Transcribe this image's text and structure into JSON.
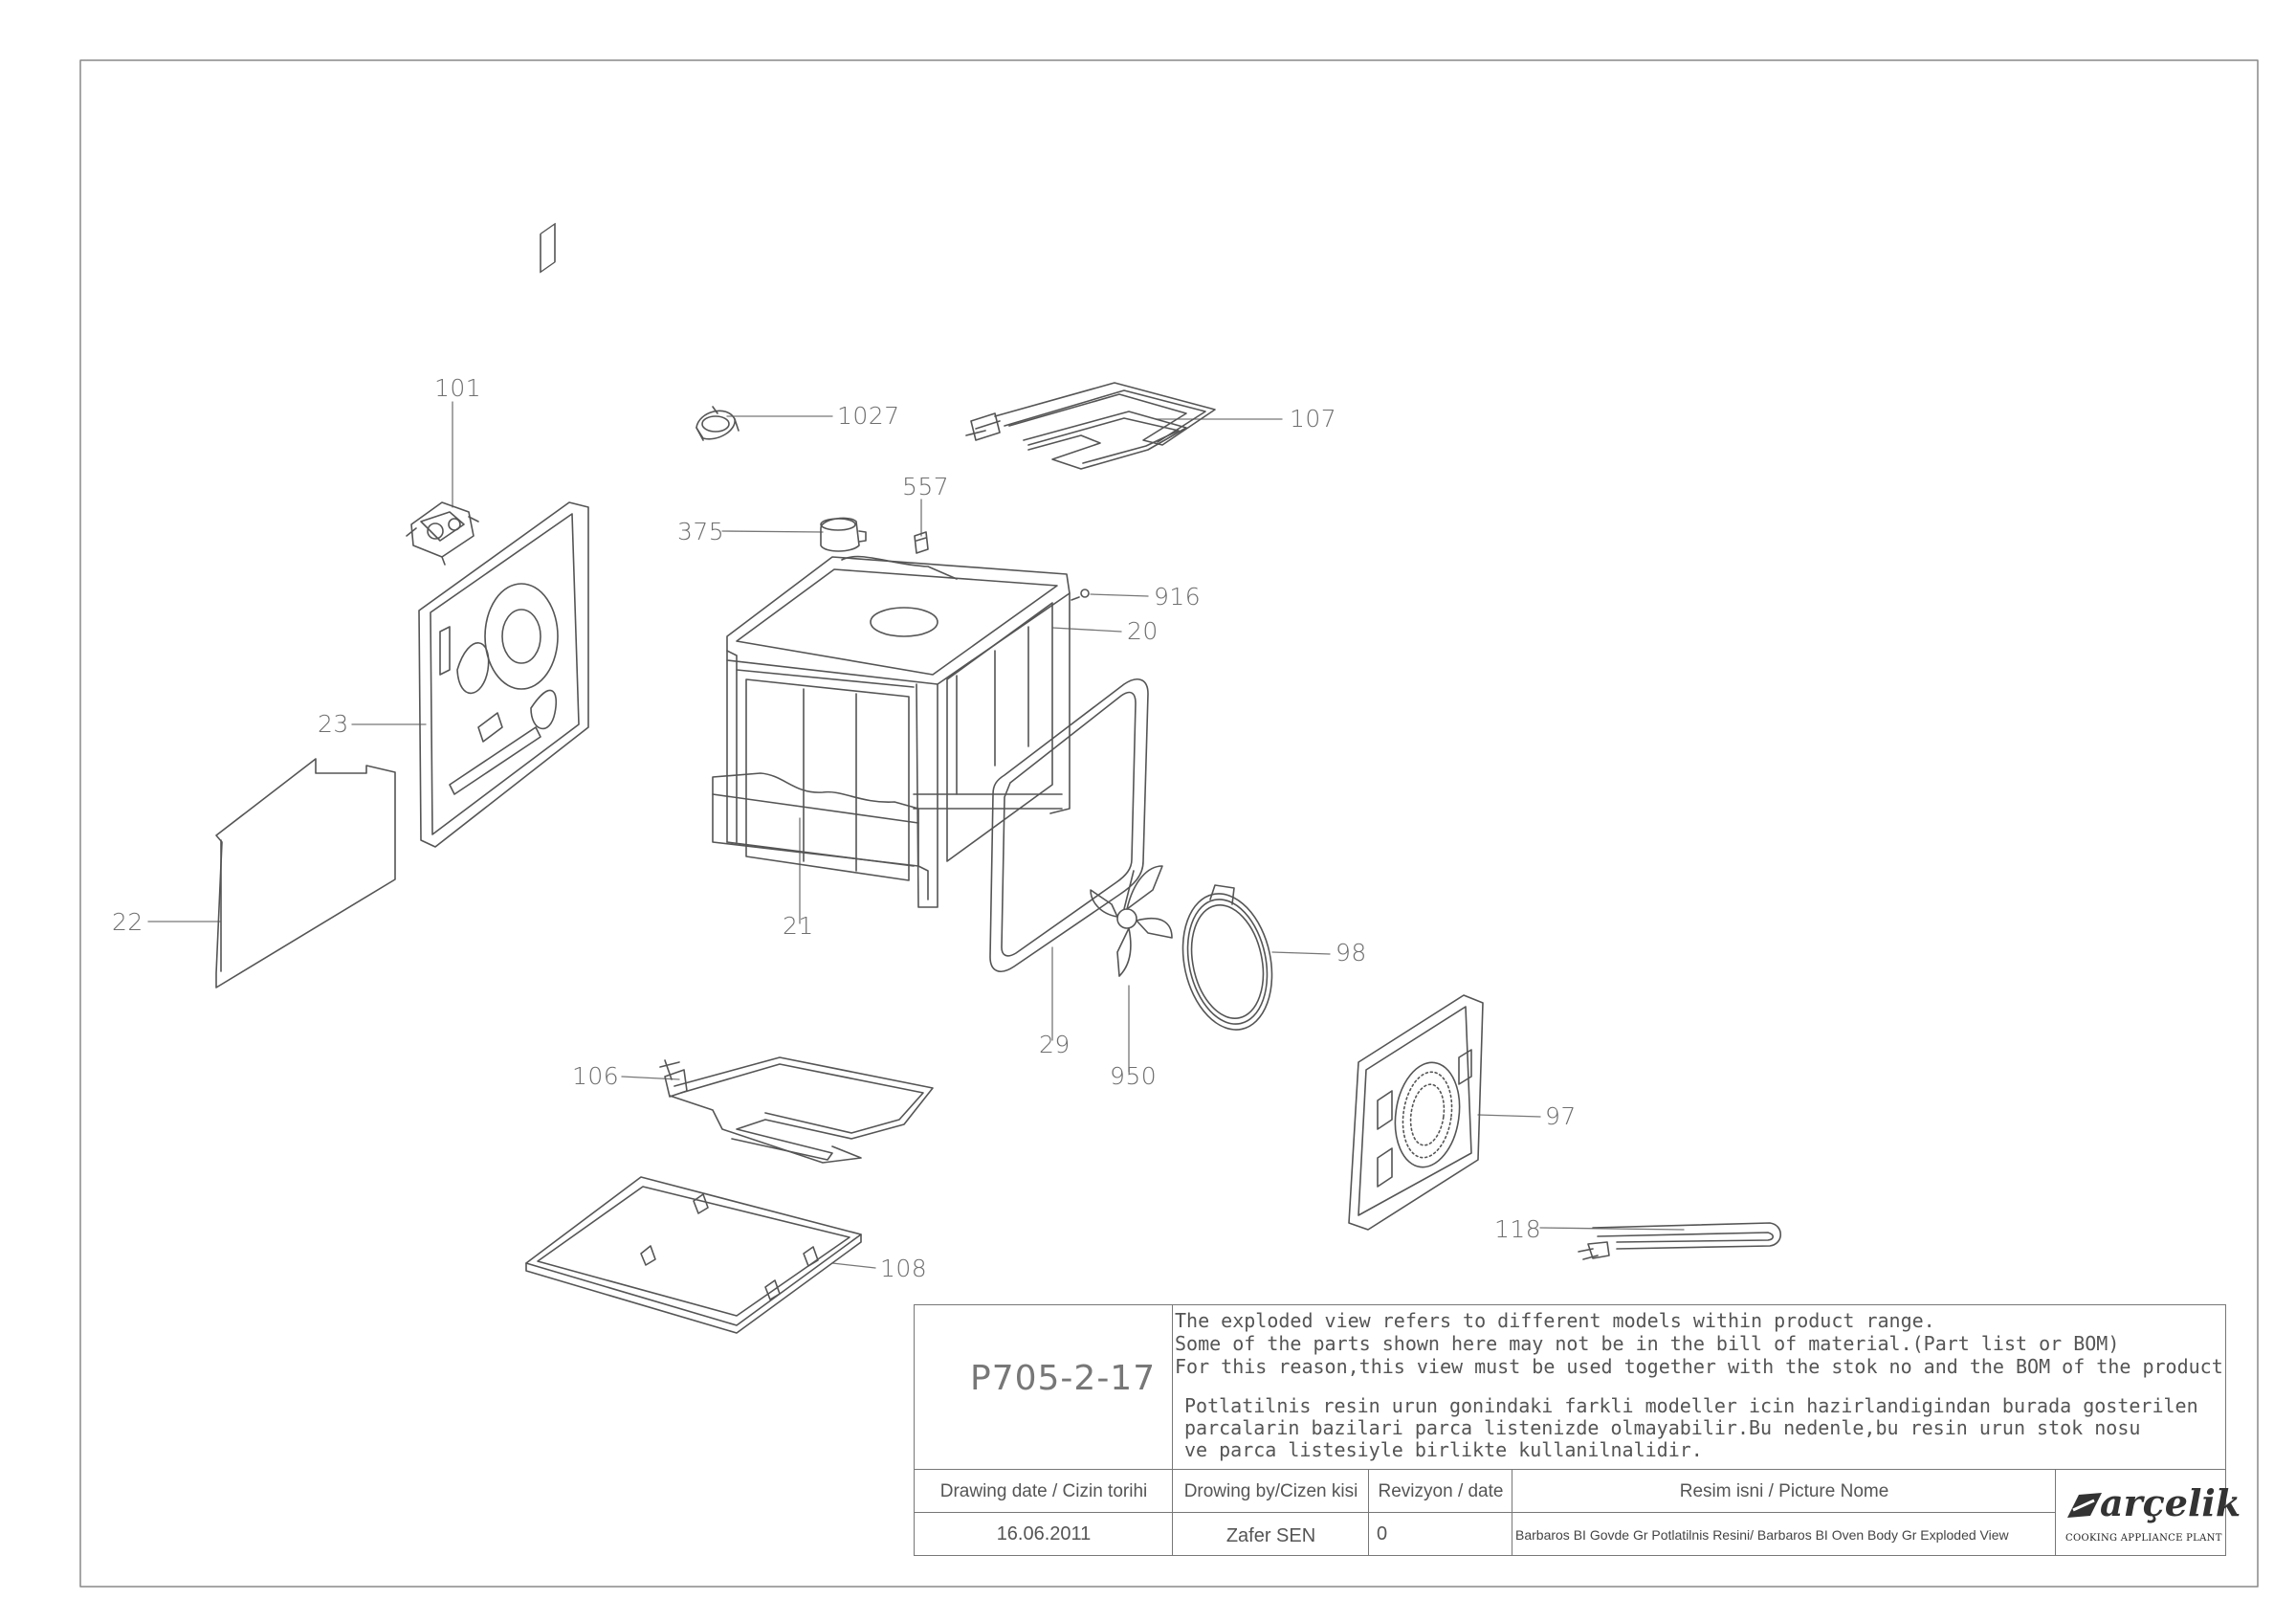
{
  "callouts": [
    {
      "id": "101",
      "text": "101"
    },
    {
      "id": "1027",
      "text": "1027"
    },
    {
      "id": "107",
      "text": "107"
    },
    {
      "id": "557",
      "text": "557"
    },
    {
      "id": "375",
      "text": "375"
    },
    {
      "id": "916",
      "text": "916"
    },
    {
      "id": "20",
      "text": "20"
    },
    {
      "id": "23",
      "text": "23"
    },
    {
      "id": "22",
      "text": "22"
    },
    {
      "id": "21",
      "text": "21"
    },
    {
      "id": "98",
      "text": "98"
    },
    {
      "id": "29",
      "text": "29"
    },
    {
      "id": "950",
      "text": "950"
    },
    {
      "id": "106",
      "text": "106"
    },
    {
      "id": "97",
      "text": "97"
    },
    {
      "id": "118",
      "text": "118"
    },
    {
      "id": "108",
      "text": "108"
    }
  ],
  "title_block": {
    "code": "P705-2-17",
    "note_en": [
      "The exploded view refers to different models within product range.",
      "Some of the parts shown here may not be in the bill of material.(Part list or BOM)",
      "For this reason,this view must be used together with the stok no and the BOM of the product"
    ],
    "note_tr": [
      "Potlatilnis resin urun gonindaki farkli modeller icin hazirlandigindan burada gosterilen",
      "parcalarin bazilari parca listenizde olmayabilir.Bu nedenle,bu resin urun stok nosu",
      "ve parca listesiyle birlikte kullanilnalidir."
    ],
    "headers": {
      "drawing_date": "Drawing date / Cizin torihi",
      "drawing_by": "Drowing by/Cizen kisi",
      "revision": "Revizyon / date",
      "picture_name": "Resim isni / Picture Nome"
    },
    "values": {
      "drawing_date": "16.06.2011",
      "drawing_by": "Zafer SEN",
      "revision": "0",
      "picture_name": "Barbaros BI Govde Gr Potlatilnis Resini/ Barbaros BI Oven Body Gr Exploded View"
    },
    "logo": {
      "brand": "arçelik",
      "subtitle": "COOKING APPLIANCE PLANT"
    }
  }
}
